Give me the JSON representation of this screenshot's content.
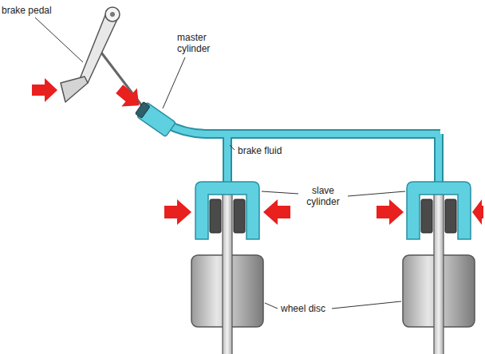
{
  "diagram": {
    "labels": [
      "brake pedal",
      "master cylinder",
      "brake fluid",
      "slave cylinder",
      "wheel disc"
    ]
  }
}
